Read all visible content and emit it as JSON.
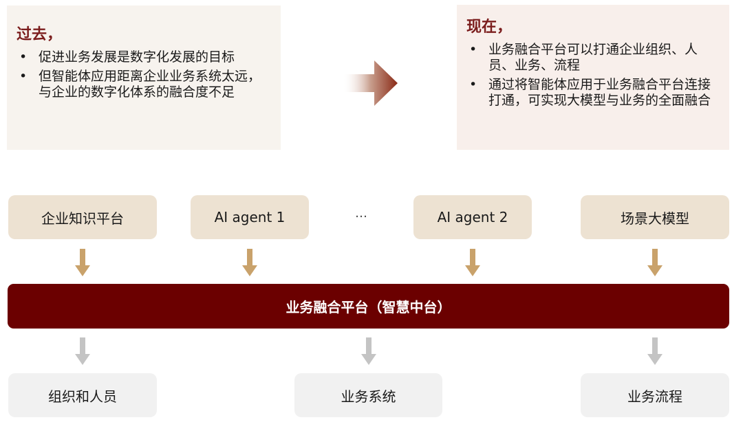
{
  "past": {
    "title": "过去，",
    "bullets": [
      "促进业务发展是数字化发展的目标",
      "但智能体应用距离企业业务系统太远，与企业的数字化体系的融合度不足"
    ]
  },
  "now": {
    "title": "现在，",
    "bullets": [
      "业务融合平台可以打通企业组织、人员、业务、流程",
      "通过将智能体应用于业务融合平台连接打通，可实现大模型与业务的全面融合"
    ]
  },
  "bullet_symbol": "•",
  "top_row": [
    "企业知识平台",
    "AI agent 1",
    "…",
    "AI agent 2",
    "场景大模型"
  ],
  "platform": "业务融合平台（智慧中台）",
  "bottom_row": [
    "组织和人员",
    "业务系统",
    "业务流程"
  ],
  "colors": {
    "accent": "#6b0000",
    "title": "#7b1d1d",
    "gold_arrow": "#c9a26b",
    "gray_arrow": "#c4c4c4"
  }
}
